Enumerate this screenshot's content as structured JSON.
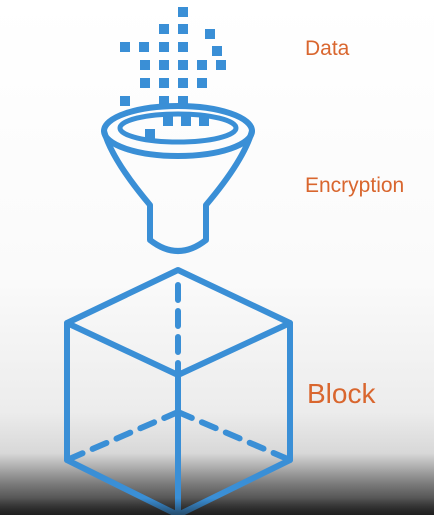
{
  "labels": {
    "data": "Data",
    "encryption": "Encryption",
    "block": "Block"
  },
  "colors": {
    "accent_blue": "#3a8fd6",
    "label_orange": "#d9662e"
  },
  "icons": {
    "data": "data-pixels-icon",
    "funnel": "encryption-funnel-icon",
    "cube": "storage-block-cube-icon"
  }
}
